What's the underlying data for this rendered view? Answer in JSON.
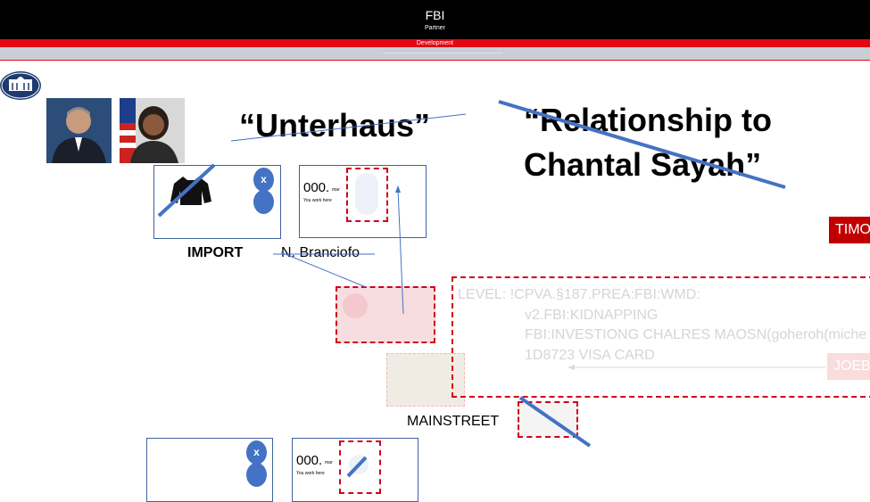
{
  "header": {
    "title": "FBI",
    "subtitle": "Partner"
  },
  "band": {
    "label": "Development"
  },
  "headlines": {
    "left": "“Unterhaus”",
    "right_line1": "“Relationship to",
    "right_line2": "Chantal Sayah”"
  },
  "cards": [
    {
      "circle_label": "x"
    },
    {
      "amount": "000.",
      "tiny_word": "mar",
      "note": "You work here"
    },
    {
      "circle_label": "x"
    },
    {
      "amount": "000.",
      "tiny_word": "mar",
      "note": "You work here"
    }
  ],
  "labels": {
    "import": "IMPORT",
    "name": "N. Branciofo",
    "street": "MAINSTREET"
  },
  "tags": {
    "timo": "TIMO",
    "joeb": "JOEB"
  },
  "panel_lines": [
    "LEVEL: !CPVA.§187.PREA:FBI:WMD:",
    "v2.FBI:KIDNAPPING",
    "FBI:INVESTIONG CHALRES MAOSN(goheroh(miche",
    "1D8723 VISA CARD"
  ],
  "colors": {
    "accent_red": "#e30613",
    "blue": "#4472c4",
    "dash_red": "#d0021b"
  }
}
